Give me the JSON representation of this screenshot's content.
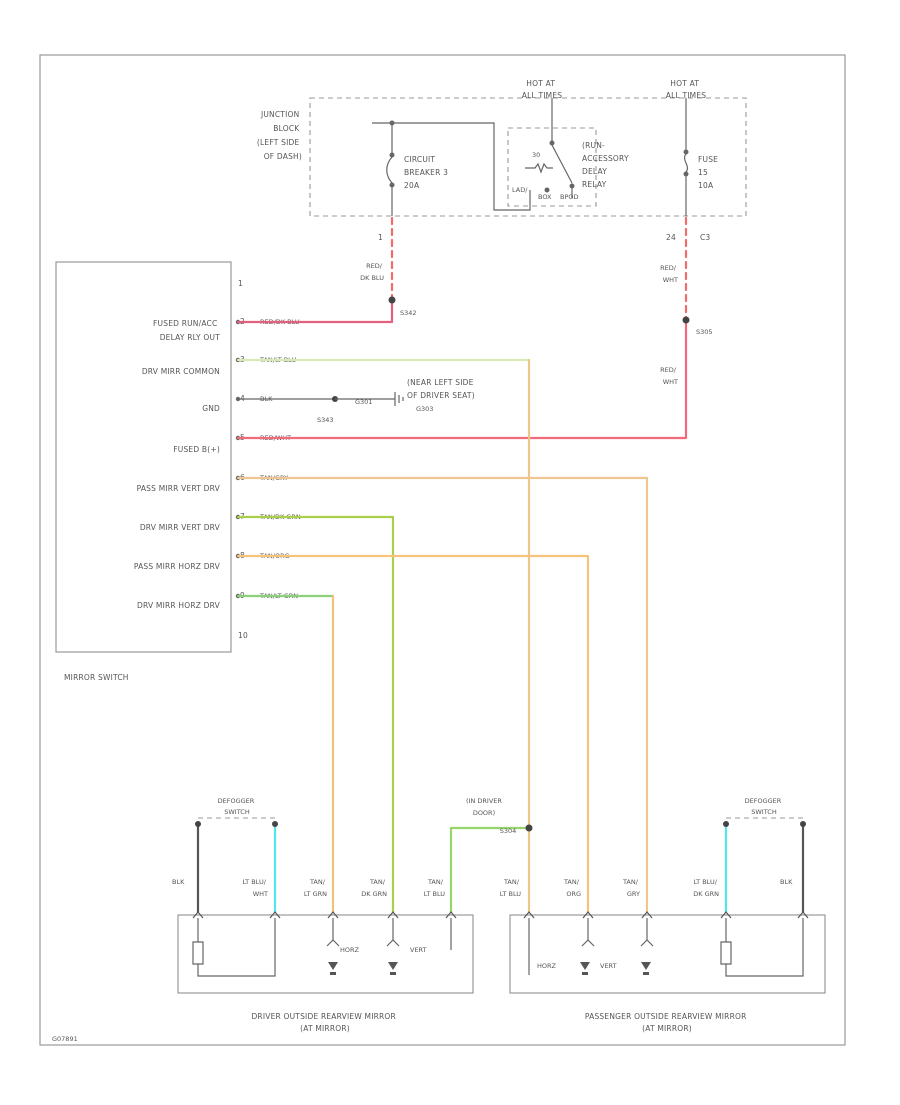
{
  "colors": {
    "red_blu": "#e5607f",
    "red_wht": "#f46a7a",
    "red_dash": "#f26b6b",
    "tan_ltblu": "#d9e9b8",
    "tan_ltblu_v": "#ebc889",
    "tan_dkgrn": "#a9cf4d",
    "tan_ltgrn": "#8dd07b",
    "tan_ltgrn_v": "#f1c277",
    "tan_org": "#f7c37b",
    "tan_grn": "#f2b36a",
    "tan_gry": "#efc68f",
    "ltblu_wht": "#54e6ef",
    "blk": "#555555",
    "ltgrn_short": "#96d56c"
  },
  "junction": {
    "label": [
      "JUNCTION",
      "BLOCK",
      "(LEFT SIDE",
      "OF DASH)"
    ],
    "hot_left": [
      "HOT AT",
      "ALL TIMES"
    ],
    "hot_right": [
      "HOT AT",
      "ALL TIMES"
    ],
    "breaker": [
      "CIRCUIT",
      "BREAKER 3",
      "20A"
    ],
    "relay": [
      "(RUN-",
      "ACCESSORY",
      "DELAY",
      "RELAY"
    ],
    "relay_pin": "30",
    "relay_ctrl": [
      "LAD/",
      "BOX",
      "BPOD"
    ],
    "fuse": [
      "FUSE",
      "15",
      "10A"
    ],
    "pin_1": "1",
    "pin_24": "24",
    "c3": "C3"
  },
  "splices": {
    "s342": "S342",
    "s305": "S305",
    "s343": "S343",
    "s343_sub": "G301",
    "g303": "G303",
    "ground_note": [
      "(NEAR LEFT SIDE",
      "OF DRIVER SEAT)"
    ],
    "s304": [
      "(IN DRIVER",
      "DOOR)",
      "S304"
    ]
  },
  "wire_labels": {
    "red_dkblu": [
      "RED/",
      "DK BLU"
    ],
    "red_wht_top": [
      "RED/",
      "WHT"
    ],
    "red_wht_mid": [
      "RED/",
      "WHT"
    ]
  },
  "switch": {
    "name": "MIRROR SWITCH",
    "pin_top": "1",
    "pin_bottom": "10",
    "rows": [
      {
        "label": [
          "FUSED RUN/ACC",
          "DELAY RLY OUT"
        ],
        "pin": "2",
        "wire": "RED/DK BLU"
      },
      {
        "label": [
          "DRV MIRR COMMON"
        ],
        "pin": "3",
        "wire": "TAN/LT BLU"
      },
      {
        "label": [
          "GND"
        ],
        "pin": "4",
        "wire": "BLK"
      },
      {
        "label": [
          "FUSED B(+)"
        ],
        "pin": "5",
        "wire": "RED/WHT"
      },
      {
        "label": [
          "PASS MIRR VERT DRV"
        ],
        "pin": "6",
        "wire": "TAN/GRY"
      },
      {
        "label": [
          "DRV MIRR VERT DRV"
        ],
        "pin": "7",
        "wire": "TAN/DK GRN"
      },
      {
        "label": [
          "PASS MIRR HORZ DRV"
        ],
        "pin": "8",
        "wire": "TAN/ORG"
      },
      {
        "label": [
          "DRV MIRR HORZ DRV"
        ],
        "pin": "9",
        "wire": "TAN/LT GRN"
      }
    ]
  },
  "driver_mirror": {
    "name": [
      "DRIVER OUTSIDE REARVIEW MIRROR",
      "(AT MIRROR)"
    ],
    "defogger": [
      "DEFOGGER",
      "SWITCH"
    ],
    "wires": [
      [
        "BLK"
      ],
      [
        "LT BLU/",
        "WHT"
      ],
      [
        "TAN/",
        "LT GRN"
      ],
      [
        "TAN/",
        "DK GRN"
      ],
      [
        "TAN/",
        "LT BLU"
      ]
    ],
    "horz": "HORZ",
    "vert": "VERT"
  },
  "pass_mirror": {
    "name": [
      "PASSENGER OUTSIDE REARVIEW MIRROR",
      "(AT MIRROR)"
    ],
    "defogger": [
      "DEFOGGER",
      "SWITCH"
    ],
    "wires": [
      [
        "TAN/",
        "LT BLU"
      ],
      [
        "TAN/",
        "ORG"
      ],
      [
        "TAN/",
        "GRY"
      ],
      [
        "LT BLU/",
        "DK GRN"
      ],
      [
        "BLK"
      ]
    ],
    "horz": "HORZ",
    "vert": "VERT"
  },
  "footer_code": "G07891"
}
